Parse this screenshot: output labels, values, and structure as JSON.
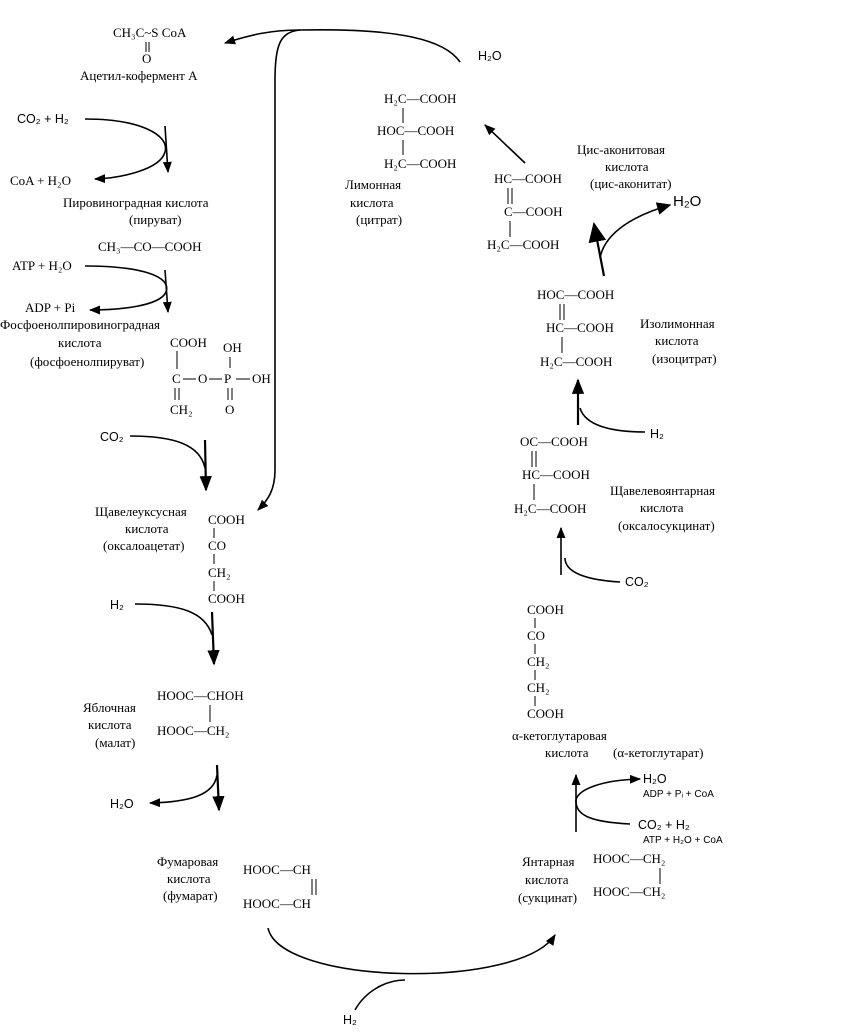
{
  "molecules": {
    "acetyl_coa": {
      "formula_1": "CH₃C~S CoA",
      "formula_2": "O",
      "name": "Ацетил-кофермент А"
    },
    "pyruvate": {
      "name_1": "Пировиноградная кислота",
      "name_2": "(пируват)",
      "formula": "CH₃—CO—COOH"
    },
    "pep": {
      "name_1": "Фосфоенолпировиноградная",
      "name_2": "кислота",
      "name_3": "(фосфоенолпируват)",
      "cooh": "COOH",
      "c": "C",
      "ch2": "CH₂",
      "o": "O",
      "p": "P",
      "oh": "OH",
      "p_o": "O"
    },
    "oxaloacetate": {
      "name_1": "Щавелеуксусная",
      "name_2": "кислота",
      "name_3": "(оксалоацетат)",
      "row_1": "COOH",
      "row_2": "CO",
      "row_3": "CH₂",
      "row_4": "COOH"
    },
    "malate": {
      "name_1": "Яблочная",
      "name_2": "кислота",
      "name_3": "(малат)",
      "row_1": "HOOC—CHOH",
      "row_2": "HOOC—CH₂"
    },
    "fumarate": {
      "name_1": "Фумаровая",
      "name_2": "кислота",
      "name_3": "(фумарат)",
      "row_1": "HOOC—CH",
      "row_2": "HOOC—CH"
    },
    "succinate": {
      "name_1": "Янтарная",
      "name_2": "кислота",
      "name_3": "(сукцинат)",
      "row_1": "HOOC—CH₂",
      "row_2": "HOOC—CH₂"
    },
    "ketoglutarate": {
      "name_1": "α-кетоглутаровая",
      "name_2": "кислота",
      "name_3": "(α-кетоглутарат)",
      "row_1": "COOH",
      "row_2": "CO",
      "row_3": "CH₂",
      "row_4": "CH₂",
      "row_5": "COOH"
    },
    "oxalosuccinate": {
      "name_1": "Щавелевоянтарная",
      "name_2": "кислота",
      "name_3": "(оксалосукцинат)",
      "row_1": "OC—COOH",
      "row_2": "HC—COOH",
      "row_3": "H₂C—COOH"
    },
    "isocitrate": {
      "name_1": "Изолимонная",
      "name_2": "кислота",
      "name_3": "(изоцитрат)",
      "row_1": "HOC—COOH",
      "row_2": "HC—COOH",
      "row_3": "H₂C—COOH"
    },
    "cis_aconitate": {
      "name_1": "Цис-аконитовая",
      "name_2": "кислота",
      "name_3": "(цис-аконитат)",
      "row_1": "HC—COOH",
      "row_2": "C—COOH",
      "row_3": "H₂C—COOH"
    },
    "citrate": {
      "name_1": "Лимонная",
      "name_2": "кислота",
      "name_3": "(цитрат)",
      "row_1": "H₂C—COOH",
      "row_2": "HOC—COOH",
      "row_3": "H₂C—COOH"
    }
  },
  "reagents": {
    "h2o_top": "H₂O",
    "co2_h2": "CO₂ + H₂",
    "coa_h2o": "CoA + H₂O",
    "atp_h2o": "ATP + H₂O",
    "adp_pi": "ADP + Pi",
    "co2_left": "CO₂",
    "h2_left": "H₂",
    "h2o_left": "H₂O",
    "h2_bottom": "H₂",
    "h2o_right": "H₂O",
    "adp_pi_coa": "ADP + Pᵢ + CoA",
    "co2_h2_right": "CO₂ + H₂",
    "atp_h2o_coa": "ATP + H₂O + CoA",
    "co2_right": "CO₂",
    "h2_right": "H₂",
    "h2o_aconitate": "H₂O"
  }
}
